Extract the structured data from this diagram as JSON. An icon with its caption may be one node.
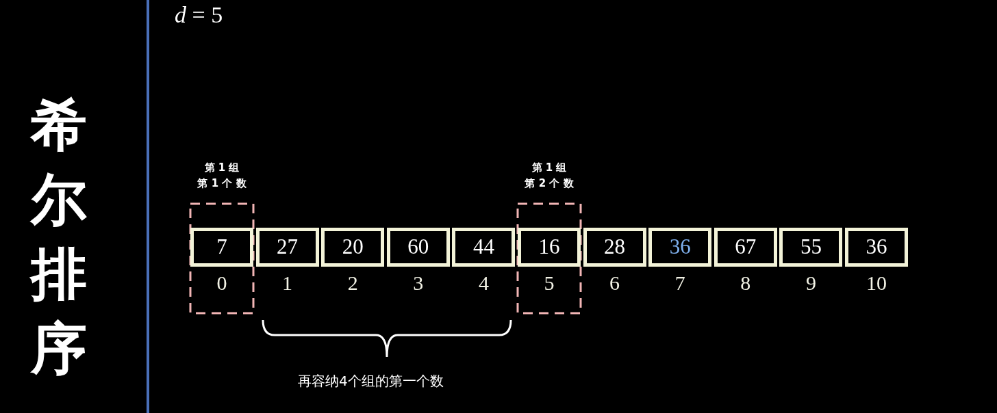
{
  "diagram": {
    "title": "希尔排序",
    "nodes": [
      {
        "text": [
          "第 1 组",
          "第 1 个 数"
        ]
      },
      {
        "text": [
          "7"
        ],
        "beside": [
          "0"
        ],
        "in": 0
      },
      {
        "text": [
          "27"
        ],
        "beside": [
          "1"
        ]
      },
      {
        "text": [
          "20"
        ],
        "beside": [
          "2"
        ]
      },
      {
        "text": [
          "60"
        ],
        "beside": [
          "3"
        ]
      },
      {
        "text": [
          "44"
        ],
        "beside": [
          "4"
        ]
      },
      {
        "text": [
          "第 1 组",
          "第 2 个 数"
        ]
      },
      {
        "text": [
          "16"
        ],
        "beside": [
          "5"
        ],
        "in": 6
      },
      {
        "text": [
          "28"
        ],
        "beside": [
          "6"
        ]
      },
      {
        "text": [
          "36"
        ],
        "beside": [
          "7"
        ]
      },
      {
        "text": [
          "67"
        ],
        "beside": [
          "8"
        ]
      },
      {
        "text": [
          "55"
        ],
        "beside": [
          "9"
        ]
      },
      {
        "text": [
          "36"
        ],
        "beside": [
          "10"
        ]
      }
    ],
    "edges": [],
    "labels": [
      "*d* = 5",
      "再容纳4个组的第一个数"
    ]
  }
}
